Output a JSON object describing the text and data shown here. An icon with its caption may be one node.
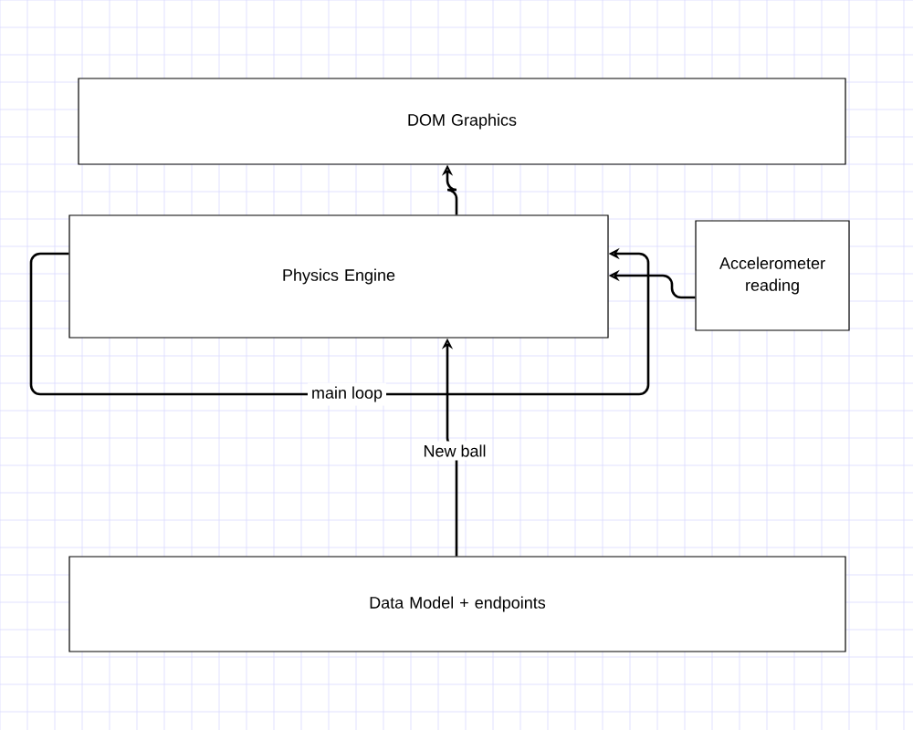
{
  "diagram": {
    "nodes": [
      {
        "text": [
          "DOM Graphics"
        ]
      },
      {
        "text": [
          "Physics Engine"
        ]
      },
      {
        "text": [
          "Accelerometer reading"
        ]
      },
      {
        "text": [
          "Data Model + endpoints"
        ]
      }
    ],
    "edges": [
      {
        "from": 1,
        "to": 0,
        "arrow": "to"
      },
      {
        "from": 1,
        "to": 1,
        "arrow": "to",
        "label": "main loop"
      },
      {
        "from": 2,
        "to": 1,
        "arrow": "to"
      },
      {
        "from": 3,
        "to": 1,
        "arrow": "to",
        "label": "New ball"
      }
    ]
  }
}
